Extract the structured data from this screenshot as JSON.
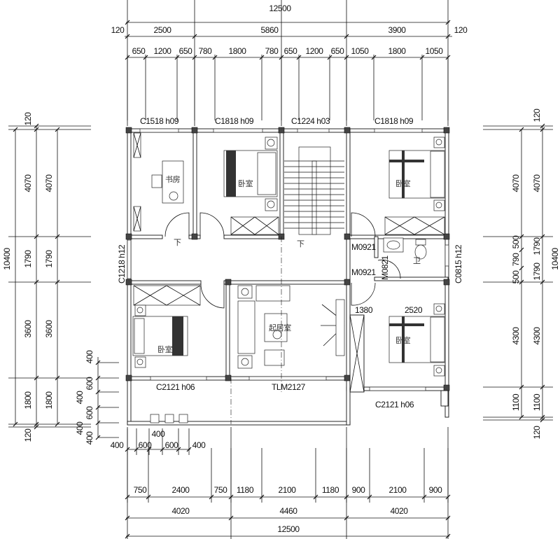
{
  "dimensions": {
    "top_total": "12500",
    "top_axes": [
      "120",
      "2500",
      "5860",
      "3900",
      "120"
    ],
    "top_detail": [
      "650",
      "1200",
      "650",
      "780",
      "1800",
      "780",
      "650",
      "1200",
      "650",
      "1050",
      "1800",
      "1050"
    ],
    "left_outer": "10400",
    "left_a": [
      "120",
      "4070",
      "1790",
      "3600",
      "1800",
      "120"
    ],
    "left_b": [
      "4070",
      "1790",
      "3600",
      "1800"
    ],
    "left_small": [
      "400",
      "600",
      "400",
      "600",
      "400"
    ],
    "right_a": [
      "4070",
      "500",
      "790",
      "500",
      "4300",
      "1100"
    ],
    "right_b": [
      "120",
      "4070",
      "1790",
      "1790",
      "4300",
      "1100",
      "120"
    ],
    "right_outer": "10400",
    "bottom_small": [
      "400",
      "600",
      "400",
      "600",
      "400"
    ],
    "bottom_small_extra": "400",
    "bottom_detail": [
      "750",
      "2400",
      "750",
      "1180",
      "2100",
      "1180",
      "900",
      "2100",
      "900"
    ],
    "bottom_axes": [
      "4020",
      "4460",
      "4020"
    ],
    "bottom_total": "12500"
  },
  "openings": {
    "w_study": "C1518 h09",
    "w_bed1": "C1818 h09",
    "w_stair": "C1224 h03",
    "w_bed2": "C1818 h09",
    "w_left": "C1218 h12",
    "w_right": "C0815 h12",
    "w_bed3": "C2121 h06",
    "w_bed4": "C2121 h06",
    "door_living": "TLM2127",
    "door_bath1": "M0921",
    "door_bath2": "M0821",
    "door_bed": "M0921"
  },
  "inner_dims": [
    "1380",
    "2520"
  ],
  "rooms": {
    "study": "书房",
    "bedroom_1": "卧室",
    "bedroom_2": "卧室",
    "bedroom_3": "卧室",
    "bedroom_4": "卧室",
    "living": "起居室",
    "bath": "卫",
    "down_1": "下",
    "down_2": "下"
  }
}
